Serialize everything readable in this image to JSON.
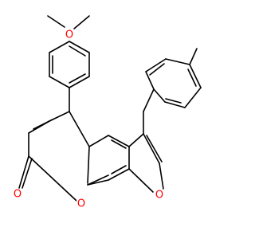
{
  "structure": {
    "atoms": {
      "methoxy_oxygen": "O",
      "furan_oxygen": "O",
      "pyranone_ring_oxygen": "O",
      "carbonyl_oxygen": "O"
    },
    "colors": {
      "bond": "#000000",
      "heteroatom": "#ff0000",
      "background": "#ffffff"
    }
  }
}
